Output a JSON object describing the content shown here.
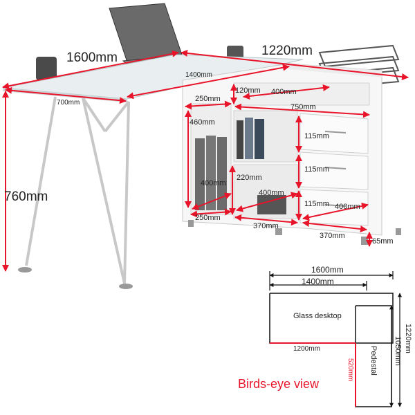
{
  "dimensions": {
    "desk_length": "1600mm",
    "return_length": "1220mm",
    "height": "760mm",
    "inner_length": "1400mm",
    "desk_depth": "700mm",
    "shelf_250_top": "250mm",
    "shelf_120": "120mm",
    "shelf_400_top": "400mm",
    "shelf_750": "750mm",
    "shelf_460": "460mm",
    "drawer_1": "115mm",
    "drawer_2": "115mm",
    "drawer_3": "115mm",
    "shelf_400_left": "400mm",
    "shelf_220": "220mm",
    "shelf_400_bottom": "400mm",
    "drawer_400": "400mm",
    "base_250": "250mm",
    "base_370_mid": "370mm",
    "base_370_right": "370mm",
    "feet_65": "65mm"
  },
  "birds_eye": {
    "title": "Birds-eye view",
    "dim_1600": "1600mm",
    "dim_1400": "1400mm",
    "glass_label": "Glass desktop",
    "dim_1200": "1200mm",
    "pedestal_label": "Pedestal",
    "dim_520": "520mm",
    "dim_1050": "1050mm",
    "dim_1220": "1220mm"
  },
  "colors": {
    "dimension_red": "#e8142a",
    "outline": "#111111"
  }
}
